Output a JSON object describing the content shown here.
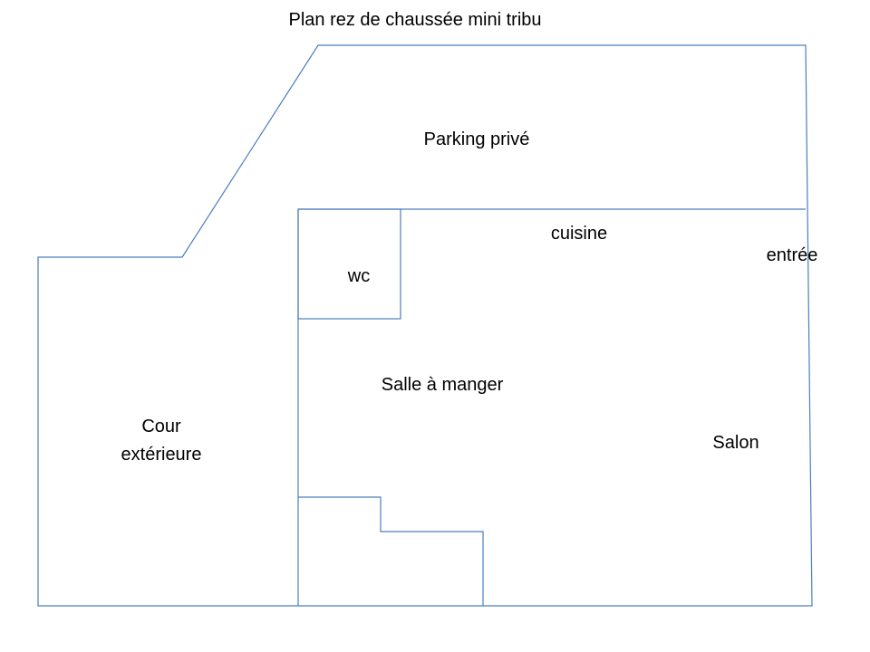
{
  "title": "Plan rez de chaussée mini tribu",
  "line_color": "#4a7ebb",
  "rooms": {
    "parking": "Parking privé",
    "cuisine": "cuisine",
    "entree": "entrée",
    "wc": "wc",
    "salle_a_manger": "Salle à manger",
    "salon": "Salon",
    "cour_line1": "Cour",
    "cour_line2": "extérieure"
  }
}
